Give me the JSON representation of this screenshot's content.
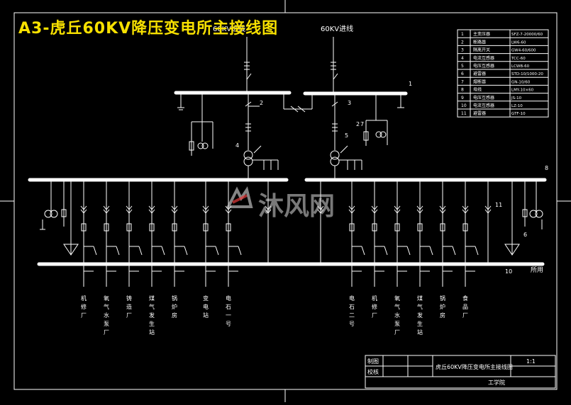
{
  "diagram": {
    "title": "A3-虎丘60KV降压变电所主接线图",
    "incoming_left": "60KV进线",
    "incoming_right": "60KV进线",
    "tag_right": "所用",
    "watermark": "沐风网",
    "bus_numbers": [
      "1",
      "8",
      "10",
      "11"
    ],
    "element_numbers": [
      "2",
      "3",
      "4",
      "5",
      "6",
      "7"
    ],
    "feeders_left": [
      "机修厂",
      "氧气水泵厂",
      "铸造厂",
      "煤气发生站",
      "锅炉房",
      "变电站",
      "电石一号"
    ],
    "feeders_right": [
      "电石二号",
      "机修厂",
      "氧气水泵厂",
      "煤气发生站",
      "锅炉房",
      "食品厂"
    ],
    "legend": [
      {
        "no": "1",
        "name": "主变压器",
        "model": "SFZ-7-20000/60"
      },
      {
        "no": "2",
        "name": "断路器",
        "model": "LW6-60"
      },
      {
        "no": "3",
        "name": "隔离开关",
        "model": "GW4-60/600"
      },
      {
        "no": "4",
        "name": "电流互感器",
        "model": "TCC-60"
      },
      {
        "no": "5",
        "name": "电压互感器",
        "model": "LCWB-60"
      },
      {
        "no": "6",
        "name": "避雷器",
        "model": "STD-10/1000-20"
      },
      {
        "no": "7",
        "name": "熔断器",
        "model": "GN-10/60"
      },
      {
        "no": "8",
        "name": "母线",
        "model": "LMY-10×60"
      },
      {
        "no": "9",
        "name": "电压互感器",
        "model": "JS-10"
      },
      {
        "no": "10",
        "name": "电流互感器",
        "model": "LZ-10"
      },
      {
        "no": "11",
        "name": "避雷器",
        "model": "GTF-10"
      }
    ],
    "title_block": {
      "drawn": "制图",
      "checked": "校核",
      "drawing_name": "虎丘60KV降压变电所主接线图",
      "scale": "1:1",
      "unit": "工学院"
    }
  }
}
